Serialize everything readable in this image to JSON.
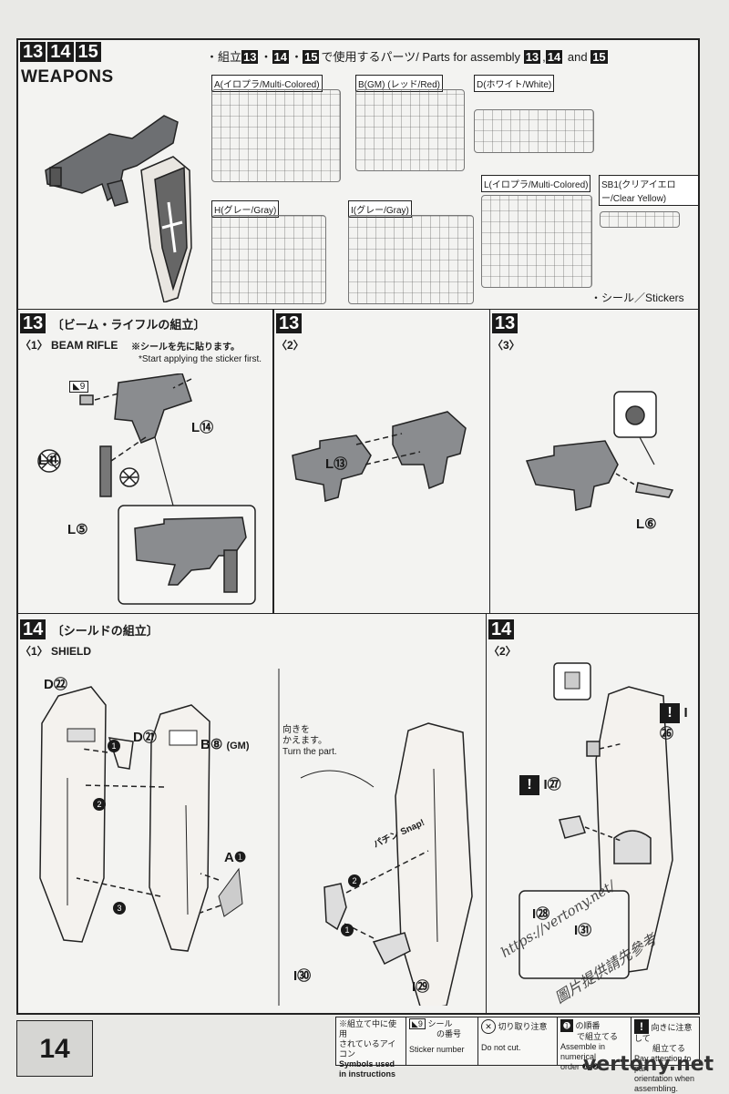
{
  "header": {
    "steps": [
      "13",
      "14",
      "15"
    ],
    "title": "WEAPONS",
    "parts_heading": "・組立",
    "parts_heading_steps": [
      "13",
      "14",
      "15"
    ],
    "parts_heading_suffix": "で使用するパーツ/ Parts for assembly",
    "parts_heading_en_steps": [
      "13",
      "14"
    ],
    "parts_heading_and": "and",
    "parts_heading_last": "15"
  },
  "runners": [
    {
      "label": "A(イロプラ/Multi-Colored)"
    },
    {
      "label": "B(GM) (レッド/Red)"
    },
    {
      "label": "D(ホワイト/White)"
    },
    {
      "label": "L(イロプラ/Multi-Colored)"
    },
    {
      "label": "SB1(クリアイエロー/Clear Yellow)"
    },
    {
      "label": "H(グレー/Gray)"
    },
    {
      "label": "I(グレー/Gray)"
    }
  ],
  "stickers_note": "・シール／Stickers",
  "step13": {
    "num": "13",
    "title": "〔ビーム・ライフルの組立〕",
    "sub1_index": "〈1〉",
    "sub1_name": "BEAM RIFLE",
    "sticker_note_jp": "※シールを先に貼ります。",
    "sticker_note_en": "*Start applying the sticker first.",
    "sticker_number": "9",
    "parts1": [
      "L⑪",
      "L⑭",
      "L⑤"
    ],
    "sub2_index": "〈2〉",
    "parts2": [
      "L⑬"
    ],
    "sub3_index": "〈3〉",
    "parts3": [
      "L⑥"
    ]
  },
  "step14": {
    "num": "14",
    "title": "〔シールドの組立〕",
    "sub1_index": "〈1〉",
    "sub1_name": "SHIELD",
    "parts1": [
      "D㉒",
      "D㉑",
      "B⑧",
      "A❶"
    ],
    "b8_note": "(GM)",
    "seq": [
      "1",
      "2",
      "3"
    ],
    "turn_jp1": "向きを",
    "turn_jp2": "かえます。",
    "turn_en": "Turn the part.",
    "snap_jp": "パチン",
    "snap_en": "Snap!",
    "parts_mid": [
      "I㉚",
      "I㉙"
    ],
    "sub2_index": "〈2〉",
    "parts2": [
      "I㉖",
      "I㉗",
      "I㉘",
      "I㉛"
    ]
  },
  "legend": {
    "heading_jp1": "※組立て中に使用",
    "heading_jp2": "されているアイコン",
    "heading_en1": "Symbols used",
    "heading_en2": "in instructions",
    "sticker_icon_num": "9",
    "sticker_jp1": "シール",
    "sticker_jp2": "の番号",
    "sticker_en": "Sticker number",
    "cut_jp": "切り取り注意",
    "cut_en": "Do not cut.",
    "order_jp1": "の順番",
    "order_jp2": "で組立てる",
    "order_en1": "Assemble in numerical",
    "order_en2": "order ❶-❷.",
    "orient_jp1": "向きに注意して",
    "orient_jp2": "組立てる",
    "orient_en1": "Pay attention to part",
    "orient_en2": "orientation when assembling."
  },
  "page_number": "14",
  "watermarks": {
    "url": "https://vertony.net/",
    "cn": "圖片提供請先參考",
    "site": "vertony.net"
  }
}
